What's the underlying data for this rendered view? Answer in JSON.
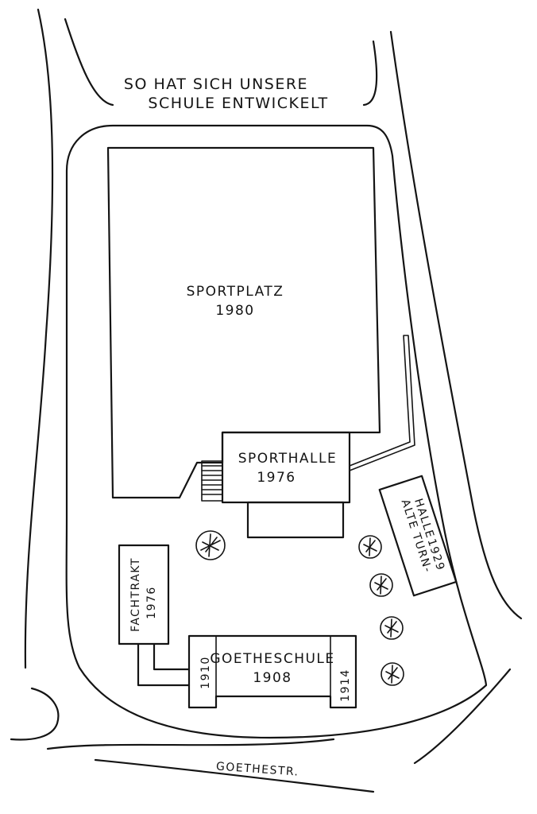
{
  "title": {
    "line1": "SO HAT SICH UNSERE",
    "line2": "SCHULE ENTWICKELT"
  },
  "buildings": {
    "sportplatz": {
      "name": "SPORTPLATZ",
      "year": "1980"
    },
    "sporthalle": {
      "name": "SPORTHALLE",
      "year": "1976"
    },
    "alte_turnhalle": {
      "name_line1": "ALTE TURN-",
      "name_line2": "HALLE",
      "year": "1929"
    },
    "fachtrakt": {
      "name": "FACHTRAKT",
      "year": "1976"
    },
    "goetheschule": {
      "name": "GOETHESCHULE",
      "year": "1908"
    },
    "wing_left": {
      "year": "1910"
    },
    "wing_right": {
      "year": "1914"
    }
  },
  "street": {
    "name": "GOETHESTR."
  }
}
